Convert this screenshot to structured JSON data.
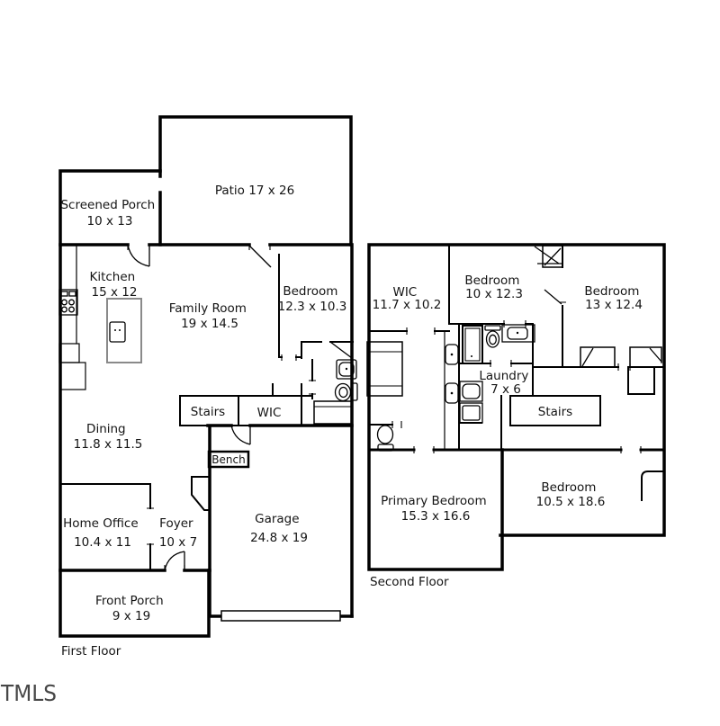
{
  "watermark": "TMLS",
  "first_floor": {
    "label": "First Floor",
    "rooms": {
      "screened_porch": {
        "name": "Screened Porch",
        "dims": "10 x 13"
      },
      "patio": {
        "label": "Patio 17 x 26"
      },
      "kitchen": {
        "name": "Kitchen",
        "dims": "15 x 12"
      },
      "family_room": {
        "name": "Family Room",
        "dims": "19 x 14.5"
      },
      "bedroom": {
        "name": "Bedroom",
        "dims": "12.3 x 10.3"
      },
      "dining": {
        "name": "Dining",
        "dims": "11.8 x 11.5"
      },
      "stairs": {
        "label": "Stairs"
      },
      "wic": {
        "label": "WIC"
      },
      "bench": {
        "label": "Bench"
      },
      "home_office": {
        "name": "Home Office",
        "dims": "10.4 x 11"
      },
      "foyer": {
        "name": "Foyer",
        "dims": "10 x 7"
      },
      "garage": {
        "name": "Garage",
        "dims": "24.8 x 19"
      },
      "front_porch": {
        "name": "Front Porch",
        "dims": "9 x 19"
      }
    }
  },
  "second_floor": {
    "label": "Second Floor",
    "rooms": {
      "wic": {
        "name": "WIC",
        "dims": "11.7 x 10.2"
      },
      "bedroom_a": {
        "name": "Bedroom",
        "dims": "10 x 12.3"
      },
      "bedroom_b": {
        "name": "Bedroom",
        "dims": "13 x 12.4"
      },
      "laundry": {
        "name": "Laundry",
        "dims": "7 x 6"
      },
      "stairs": {
        "label": "Stairs"
      },
      "primary_bedroom": {
        "name": "Primary Bedroom",
        "dims": "15.3 x 16.6"
      },
      "bedroom_c": {
        "name": "Bedroom",
        "dims": "10.5 x 18.6"
      }
    }
  }
}
